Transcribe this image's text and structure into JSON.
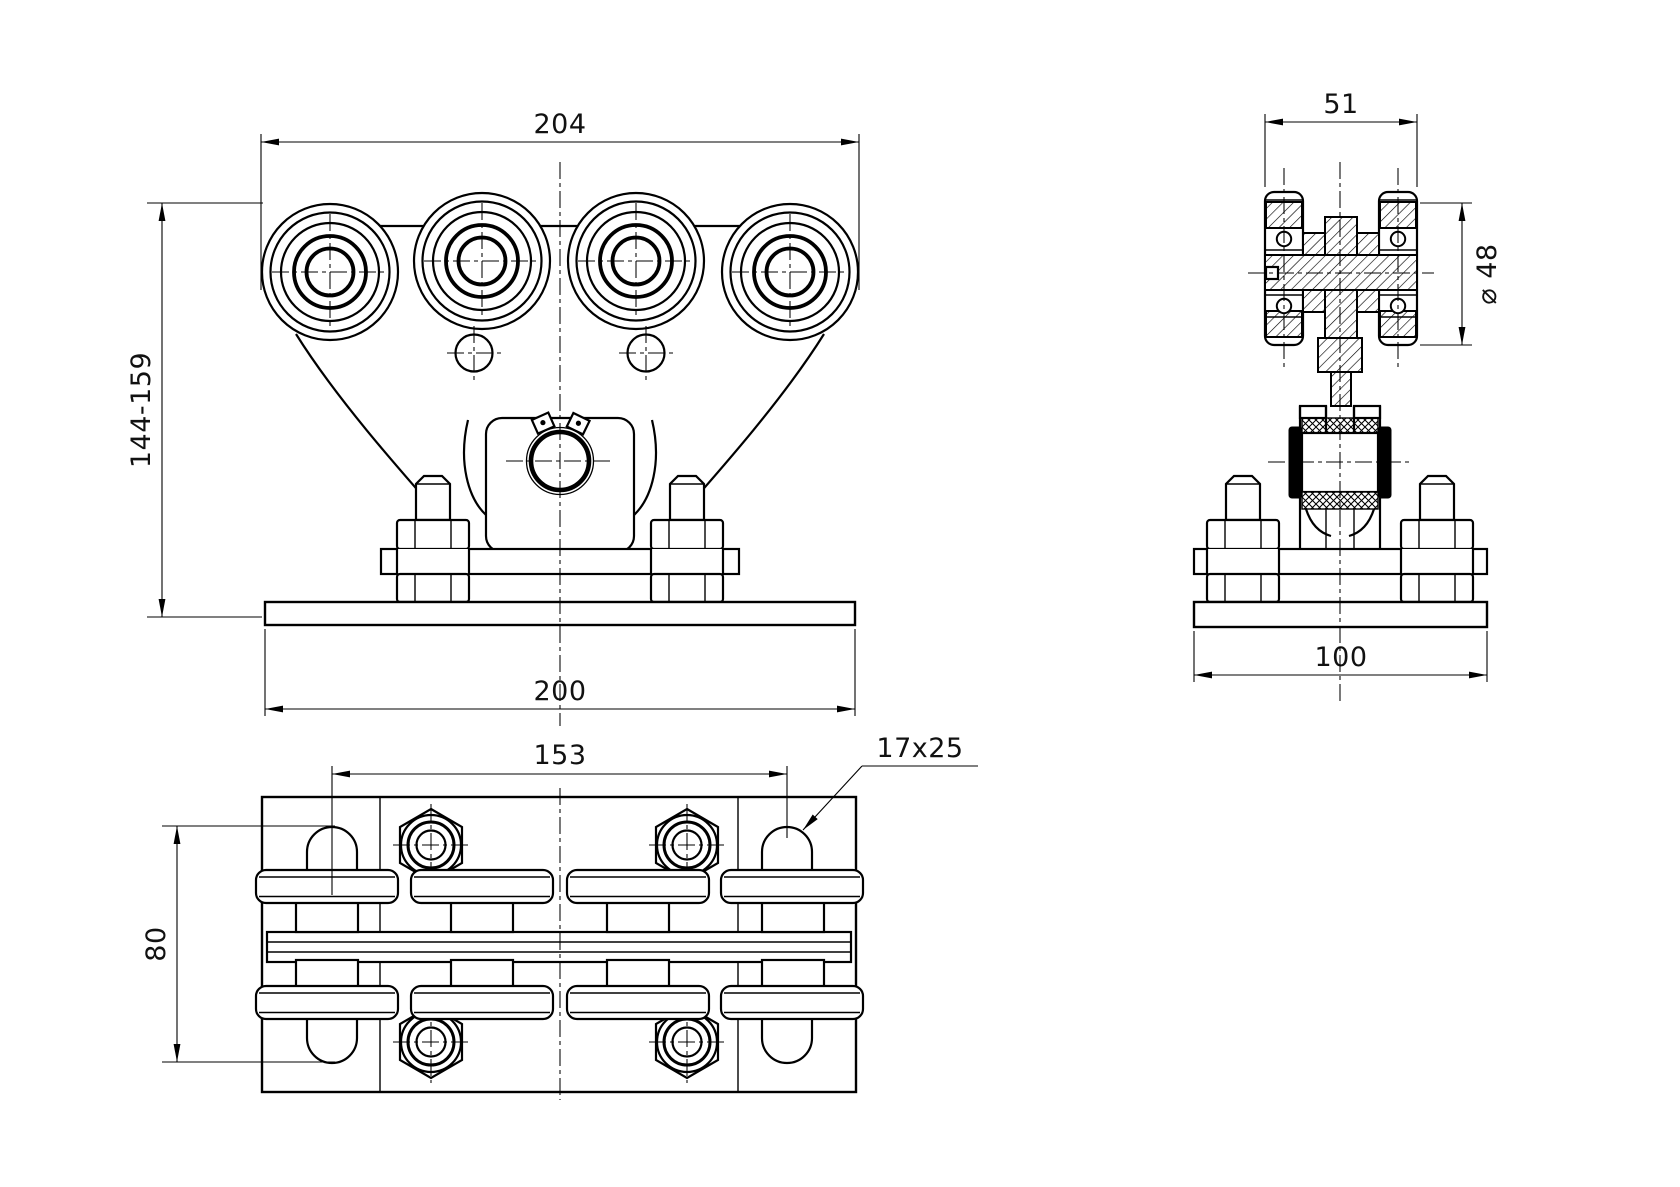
{
  "drawing": {
    "type": "engineering-drawing",
    "background": "#ffffff",
    "line_color": "#000000",
    "views": {
      "front": {
        "title": "front-view-roller-trolley",
        "dims": {
          "overall_width": "204",
          "height_range": "144-159",
          "plate_width": "200"
        }
      },
      "side": {
        "title": "side-section-view",
        "dims": {
          "wheel_pair_width": "51",
          "wheel_diameter": "⌀ 48",
          "plate_width": "100"
        }
      },
      "bottom": {
        "title": "bottom-view",
        "dims": {
          "roller_spacing": "153",
          "slot_size": "17x25",
          "slot_span": "80"
        }
      }
    }
  }
}
